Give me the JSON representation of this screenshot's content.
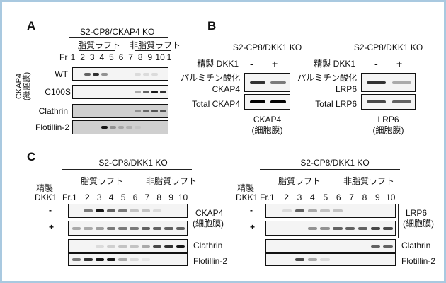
{
  "panel_a": {
    "label": "A",
    "title": "S2-CP8/CKAP4 KO",
    "raft": "脂質ラフト",
    "nonraft": "非脂質ラフト",
    "fr_label": "Fr",
    "fractions": [
      "1",
      "2",
      "3",
      "4",
      "5",
      "6",
      "7",
      "8",
      "9",
      "10",
      "1"
    ],
    "group_label": "CKAP4\n(細胞膜)",
    "rows": [
      {
        "label": "WT",
        "bands": [
          0,
          0.6,
          0.8,
          0.4,
          0,
          0,
          0,
          0.1,
          0.1,
          0.1,
          0
        ]
      },
      {
        "label": "C100S",
        "bands": [
          0,
          0,
          0,
          0,
          0,
          0,
          0,
          0.3,
          0.6,
          0.9,
          0.8
        ]
      },
      {
        "label": "Clathrin",
        "bands": [
          0,
          0,
          0,
          0,
          0,
          0,
          0,
          0.3,
          0.5,
          0.6,
          0.6
        ]
      },
      {
        "label": "Flotillin-2",
        "bands": [
          0,
          0,
          0,
          0.9,
          0.3,
          0.2,
          0.15,
          0.05,
          0,
          0,
          0
        ]
      }
    ]
  },
  "panel_b": {
    "label": "B",
    "left": {
      "title": "S2-CP8/DKK1 KO",
      "treat": "精製 DKK1",
      "minus": "-",
      "plus": "+",
      "row1a": "パルミチン酸化",
      "row1b": "CKAP4",
      "row2": "Total CKAP4",
      "cap1": "CKAP4",
      "cap2": "(細胞膜)",
      "bands1": [
        0.8,
        0.5
      ],
      "bands2": [
        1,
        1
      ]
    },
    "right": {
      "title": "S2-CP8/DKK1 KO",
      "treat": "精製 DKK1",
      "minus": "-",
      "plus": "+",
      "row1a": "パルミチン酸化",
      "row1b": "LRP6",
      "row2": "Total LRP6",
      "cap1": "LRP6",
      "cap2": "(細胞膜)",
      "bands1": [
        0.8,
        0.3
      ],
      "bands2": [
        0.7,
        0.6
      ]
    }
  },
  "panel_c": {
    "label": "C",
    "left": {
      "title": "S2-CP8/DKK1 KO",
      "raft": "脂質ラフト",
      "nonraft": "非脂質ラフト",
      "treat1": "精製",
      "treat2": "DKK1",
      "fr_label": "Fr.1",
      "fractions": [
        "2",
        "3",
        "4",
        "5",
        "6",
        "7",
        "8",
        "9",
        "10"
      ],
      "minus": "-",
      "plus": "+",
      "prot1": "CKAP4",
      "prot2": "(細胞膜)",
      "clathrin": "Clathrin",
      "flotillin": "Flotillin-2",
      "bands": [
        [
          0,
          0.5,
          0.9,
          0.6,
          0.5,
          0.2,
          0.2,
          0.1,
          0,
          0
        ],
        [
          0.3,
          0.3,
          0.35,
          0.5,
          0.5,
          0.5,
          0.6,
          0.6,
          0.6,
          0.6
        ],
        [
          0,
          0,
          0.1,
          0.15,
          0.2,
          0.2,
          0.3,
          0.7,
          0.8,
          0.9
        ],
        [
          0.5,
          0.8,
          0.9,
          0.9,
          0.3,
          0.1,
          0.05,
          0,
          0,
          0
        ]
      ]
    },
    "right": {
      "title": "S2-CP8/DKK1 KO",
      "raft": "脂質ラフト",
      "nonraft": "非脂質ラフト",
      "treat1": "精製",
      "treat2": "DKK1",
      "fr_label": "Fr.1",
      "fractions": [
        "2",
        "3",
        "4",
        "5",
        "6",
        "7",
        "8",
        "9",
        "10"
      ],
      "minus": "-",
      "plus": "+",
      "prot1": "LRP6",
      "prot2": "(細胞膜)",
      "clathrin": "Clathrin",
      "flotillin": "Flotillin-2",
      "bands": [
        [
          0,
          0.1,
          0.6,
          0.3,
          0.2,
          0.2,
          0,
          0,
          0,
          0
        ],
        [
          0,
          0,
          0,
          0.4,
          0.4,
          0.6,
          0.6,
          0.6,
          0.7,
          0.7
        ],
        [
          0,
          0,
          0,
          0,
          0,
          0,
          0,
          0,
          0.6,
          0.6
        ],
        [
          0,
          0,
          0.7,
          0.3,
          0.1,
          0,
          0,
          0,
          0,
          0
        ]
      ]
    }
  }
}
